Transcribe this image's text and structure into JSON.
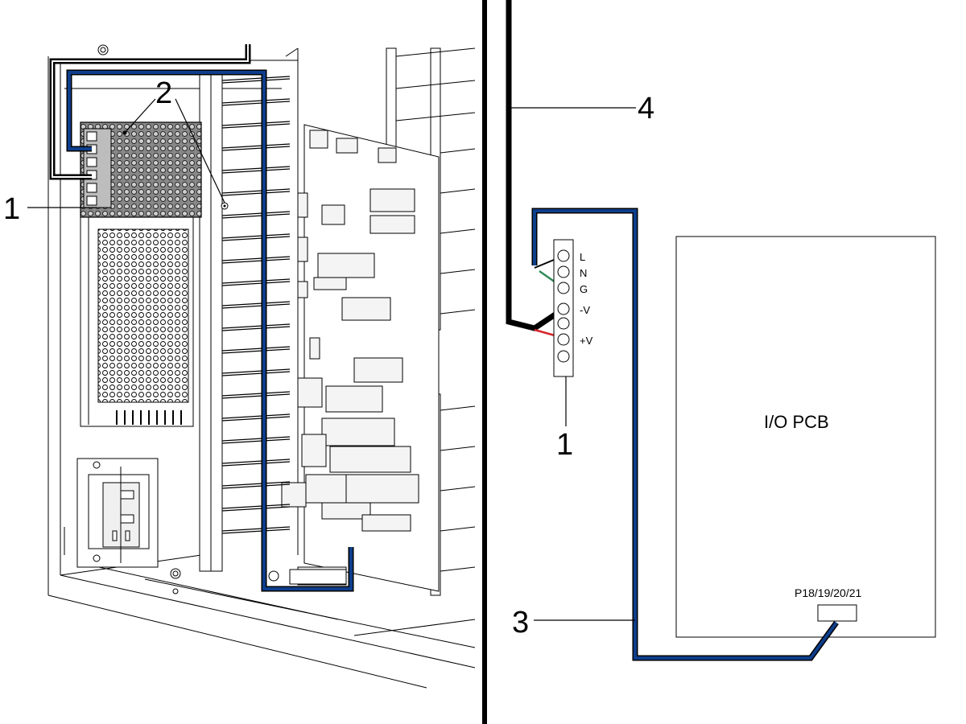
{
  "left_view": {
    "callouts": [
      "1",
      "2"
    ]
  },
  "right_view": {
    "callouts": {
      "power_supply": "1",
      "cable": "3",
      "ground_wire": "4"
    },
    "terminal_labels": [
      "L",
      "N",
      "G",
      "-V",
      "+V"
    ],
    "pcb_label": "I/O PCB",
    "connector_label": "P18/19/20/21"
  },
  "colors": {
    "cable_blue": "#0e3e8c",
    "wire_black": "#000000",
    "wire_green": "#2e8b57",
    "wire_red": "#d6262b",
    "divider": "#000000"
  }
}
